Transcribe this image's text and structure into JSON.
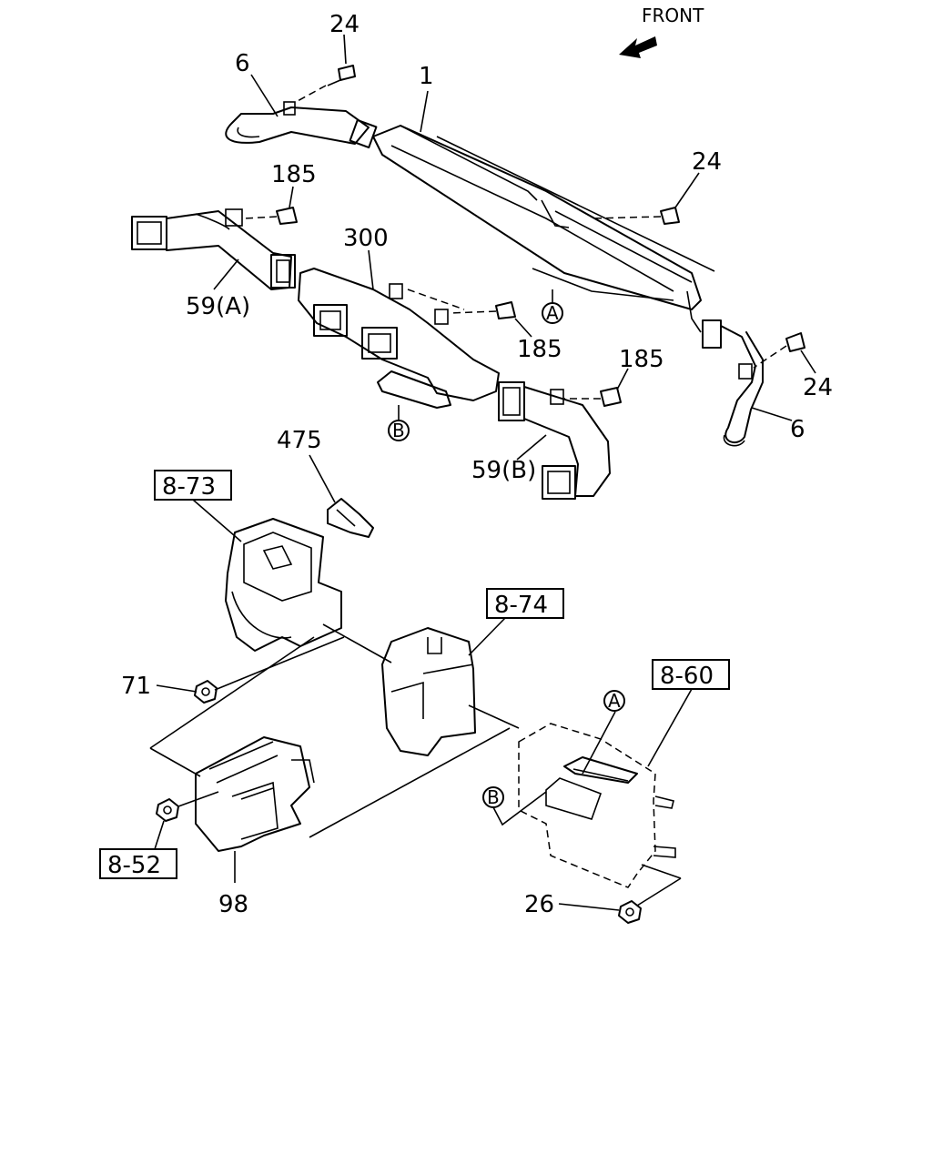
{
  "front_label": "FRONT",
  "callouts": {
    "c1": "1",
    "c6_top": "6",
    "c24_top": "24",
    "c24_right": "24",
    "c24_lower": "24",
    "c6_lower": "6",
    "c185_left": "185",
    "c185_mid": "185",
    "c185_right": "185",
    "c300": "300",
    "c59a": "59(A)",
    "c59b": "59(B)",
    "c475": "475",
    "c71": "71",
    "c98": "98",
    "c26": "26"
  },
  "ref_boxes": {
    "r873": "8-73",
    "r874": "8-74",
    "r860": "8-60",
    "r852": "8-52"
  },
  "circle_markers": {
    "a1": "A",
    "b1": "B",
    "a2": "A",
    "b2": "B"
  }
}
